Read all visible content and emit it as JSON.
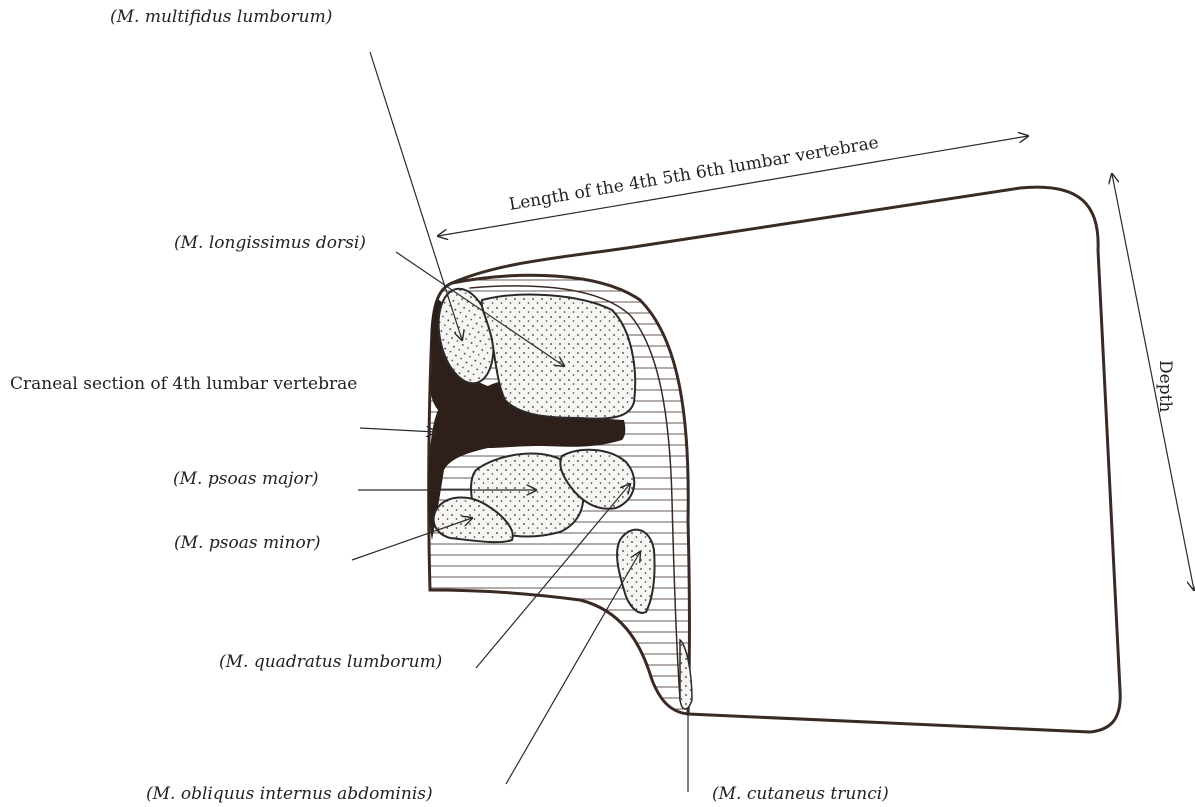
{
  "labels": {
    "multifidus": "(M. multifidus lumborum)",
    "longissimus": "(M. longissimus dorsi)",
    "craneal": "Craneal section of 4th lumbar vertebrae",
    "psoas_major": "(M. psoas major)",
    "psoas_minor": "(M. psoas minor)",
    "quadratus": "(M. quadratus lumborum)",
    "obliquus": "(M. obliquus internus abdominis)",
    "cutaneus": "(M. cutaneus trunci)",
    "length": "Length of the 4th 5th 6th lumbar vertebrae",
    "depth": "Depth"
  },
  "colors": {
    "outline": "#3a2a24",
    "bone": "#2e1f1a",
    "muscle_fill": "#f7f5f2",
    "hatch": "#6a5a55"
  }
}
